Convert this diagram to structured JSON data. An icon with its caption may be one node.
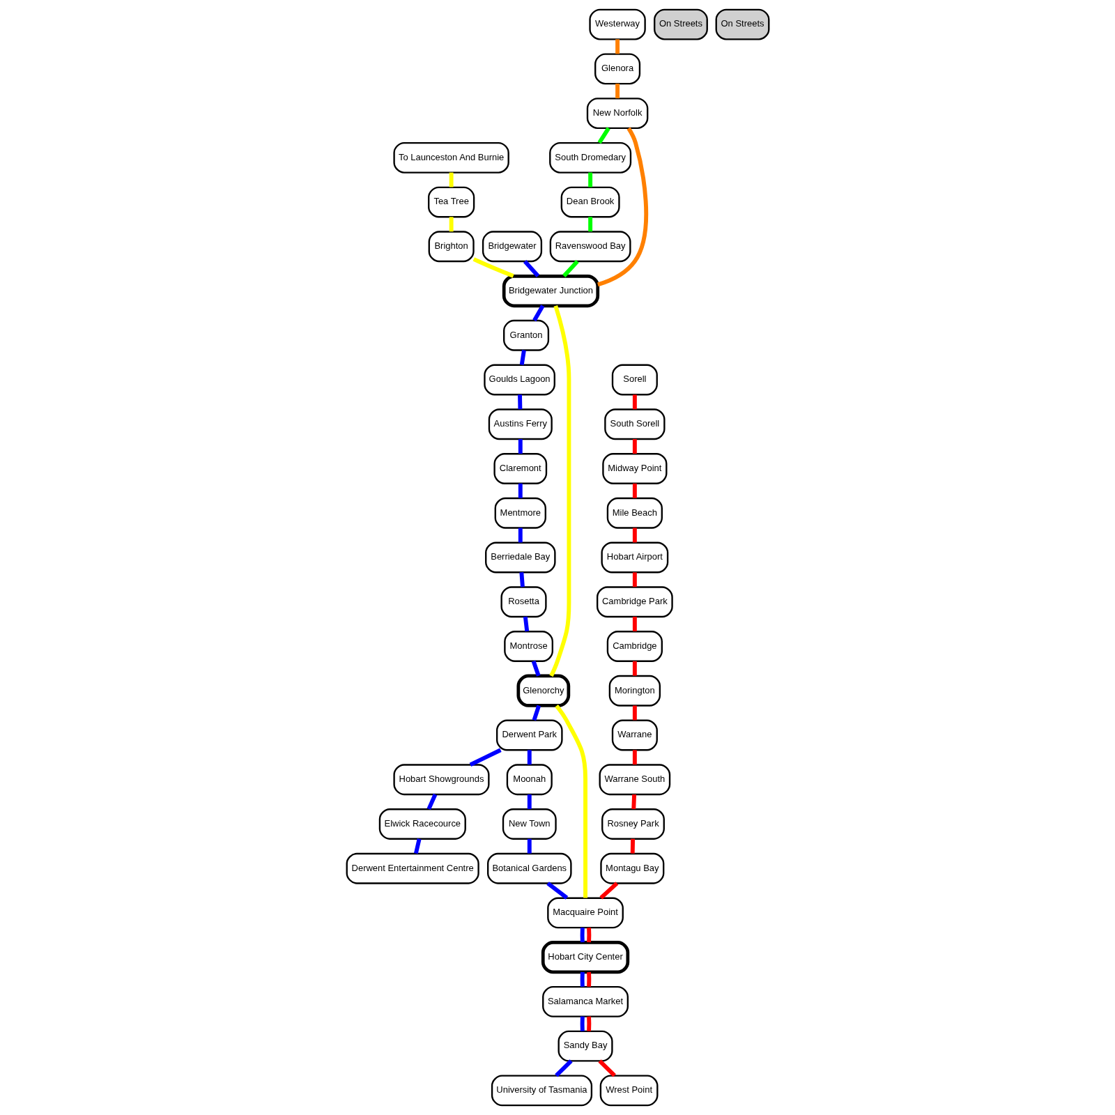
{
  "diagram": {
    "nodes": [
      {
        "text": [
          "To Launceston And Burnie"
        ]
      },
      {
        "text": [
          "Tea Tree"
        ]
      },
      {
        "text": [
          "Brighton"
        ]
      },
      {
        "text": [
          "Bridgewater"
        ]
      },
      {
        "text": [
          "Westerway"
        ]
      },
      {
        "text": [
          "Glenora"
        ]
      },
      {
        "text": [
          "New Norfolk"
        ]
      },
      {
        "text": [
          "South Dromedary"
        ]
      },
      {
        "text": [
          "Dean Brook"
        ]
      },
      {
        "text": [
          "Ravenswood Bay"
        ]
      },
      {
        "text": [
          "Bridgewater Junction"
        ]
      },
      {
        "text": [
          "Granton"
        ]
      },
      {
        "text": [
          "Goulds Lagoon"
        ]
      },
      {
        "text": [
          "Austins Ferry"
        ]
      },
      {
        "text": [
          "Claremont"
        ]
      },
      {
        "text": [
          "Mentmore"
        ]
      },
      {
        "text": [
          "Berriedale Bay"
        ]
      },
      {
        "text": [
          "Rosetta"
        ]
      },
      {
        "text": [
          "Montrose"
        ]
      },
      {
        "text": [
          "Glenorchy"
        ]
      },
      {
        "text": [
          "Derwent Entertainment Centre"
        ]
      },
      {
        "text": [
          "Elwick Racecource"
        ]
      },
      {
        "text": [
          "Hobart Showgrounds"
        ]
      },
      {
        "text": [
          "Derwent Park"
        ]
      },
      {
        "text": [
          "Moonah"
        ]
      },
      {
        "text": [
          "New Town"
        ]
      },
      {
        "text": [
          "Botanical Gardens"
        ]
      },
      {
        "text": [
          "Macquaire Point"
        ]
      },
      {
        "text": [
          "Hobart City Center"
        ]
      },
      {
        "text": [
          "Salamanca Market"
        ]
      },
      {
        "text": [
          "Sandy Bay"
        ]
      },
      {
        "text": [
          "University of Tasmania"
        ]
      },
      {
        "text": [
          "Wrest Point"
        ]
      },
      {
        "text": [
          "Montagu Bay"
        ]
      },
      {
        "text": [
          "Rosney Park"
        ]
      },
      {
        "text": [
          "Warrane South"
        ]
      },
      {
        "text": [
          "Warrane"
        ]
      },
      {
        "text": [
          "Morington"
        ]
      },
      {
        "text": [
          "Cambridge"
        ]
      },
      {
        "text": [
          "Cambridge Park"
        ]
      },
      {
        "text": [
          "Hobart Airport"
        ]
      },
      {
        "text": [
          "Mile Beach"
        ]
      },
      {
        "text": [
          "Midway Point"
        ]
      },
      {
        "text": [
          "South Sorell"
        ]
      },
      {
        "text": [
          "Sorell"
        ]
      },
      {
        "text": [
          "On Streets"
        ]
      },
      {
        "text": [
          "On Streets"
        ]
      }
    ],
    "edges": [
      {
        "from": 0,
        "to": 1,
        "arrow": "none",
        "color": "#ffff00"
      },
      {
        "from": 1,
        "to": 2,
        "arrow": "none",
        "color": "#ffff00"
      },
      {
        "from": 2,
        "to": 10,
        "arrow": "none",
        "color": "#ffff00"
      },
      {
        "from": 10,
        "to": 19,
        "arrow": "none",
        "color": "#ffff00"
      },
      {
        "from": 19,
        "to": 27,
        "arrow": "none",
        "color": "#ffff00"
      },
      {
        "from": 4,
        "to": 5,
        "arrow": "none",
        "color": "#ff8000"
      },
      {
        "from": 5,
        "to": 6,
        "arrow": "none",
        "color": "#ff8000"
      },
      {
        "from": 6,
        "to": 10,
        "arrow": "none",
        "color": "#ff8000"
      },
      {
        "from": 6,
        "to": 7,
        "arrow": "none",
        "color": "#00ff00"
      },
      {
        "from": 7,
        "to": 8,
        "arrow": "none",
        "color": "#00ff00"
      },
      {
        "from": 8,
        "to": 9,
        "arrow": "none",
        "color": "#00ff00"
      },
      {
        "from": 9,
        "to": 10,
        "arrow": "none",
        "color": "#00ff00"
      },
      {
        "from": 3,
        "to": 10,
        "arrow": "none",
        "color": "#0000ff"
      },
      {
        "from": 10,
        "to": 11,
        "arrow": "none",
        "color": "#0000ff"
      },
      {
        "from": 11,
        "to": 12,
        "arrow": "none",
        "color": "#0000ff"
      },
      {
        "from": 12,
        "to": 13,
        "arrow": "none",
        "color": "#0000ff"
      },
      {
        "from": 13,
        "to": 14,
        "arrow": "none",
        "color": "#0000ff"
      },
      {
        "from": 14,
        "to": 15,
        "arrow": "none",
        "color": "#0000ff"
      },
      {
        "from": 15,
        "to": 16,
        "arrow": "none",
        "color": "#0000ff"
      },
      {
        "from": 16,
        "to": 17,
        "arrow": "none",
        "color": "#0000ff"
      },
      {
        "from": 17,
        "to": 18,
        "arrow": "none",
        "color": "#0000ff"
      },
      {
        "from": 18,
        "to": 19,
        "arrow": "none",
        "color": "#0000ff"
      },
      {
        "from": 19,
        "to": 23,
        "arrow": "none",
        "color": "#0000ff"
      },
      {
        "from": 23,
        "to": 22,
        "arrow": "none",
        "color": "#0000ff"
      },
      {
        "from": 22,
        "to": 21,
        "arrow": "none",
        "color": "#0000ff"
      },
      {
        "from": 21,
        "to": 20,
        "arrow": "none",
        "color": "#0000ff"
      },
      {
        "from": 23,
        "to": 24,
        "arrow": "none",
        "color": "#0000ff"
      },
      {
        "from": 24,
        "to": 25,
        "arrow": "none",
        "color": "#0000ff"
      },
      {
        "from": 25,
        "to": 26,
        "arrow": "none",
        "color": "#0000ff"
      },
      {
        "from": 26,
        "to": 27,
        "arrow": "none",
        "color": "#0000ff"
      },
      {
        "from": 27,
        "to": 28,
        "arrow": "none",
        "color": "#0000ff"
      },
      {
        "from": 28,
        "to": 29,
        "arrow": "none",
        "color": "#0000ff"
      },
      {
        "from": 29,
        "to": 30,
        "arrow": "none",
        "color": "#0000ff"
      },
      {
        "from": 30,
        "to": 31,
        "arrow": "none",
        "color": "#0000ff"
      },
      {
        "from": 44,
        "to": 43,
        "arrow": "none",
        "color": "#ff0000"
      },
      {
        "from": 43,
        "to": 42,
        "arrow": "none",
        "color": "#ff0000"
      },
      {
        "from": 42,
        "to": 41,
        "arrow": "none",
        "color": "#ff0000"
      },
      {
        "from": 41,
        "to": 40,
        "arrow": "none",
        "color": "#ff0000"
      },
      {
        "from": 40,
        "to": 39,
        "arrow": "none",
        "color": "#ff0000"
      },
      {
        "from": 39,
        "to": 38,
        "arrow": "none",
        "color": "#ff0000"
      },
      {
        "from": 38,
        "to": 37,
        "arrow": "none",
        "color": "#ff0000"
      },
      {
        "from": 37,
        "to": 36,
        "arrow": "none",
        "color": "#ff0000"
      },
      {
        "from": 36,
        "to": 35,
        "arrow": "none",
        "color": "#ff0000"
      },
      {
        "from": 35,
        "to": 34,
        "arrow": "none",
        "color": "#ff0000"
      },
      {
        "from": 34,
        "to": 33,
        "arrow": "none",
        "color": "#ff0000"
      },
      {
        "from": 33,
        "to": 27,
        "arrow": "none",
        "color": "#ff0000"
      },
      {
        "from": 27,
        "to": 28,
        "arrow": "none",
        "color": "#ff0000"
      },
      {
        "from": 28,
        "to": 29,
        "arrow": "none",
        "color": "#ff0000"
      },
      {
        "from": 29,
        "to": 30,
        "arrow": "none",
        "color": "#ff0000"
      },
      {
        "from": 30,
        "to": 32,
        "arrow": "none",
        "color": "#ff0000"
      }
    ]
  }
}
